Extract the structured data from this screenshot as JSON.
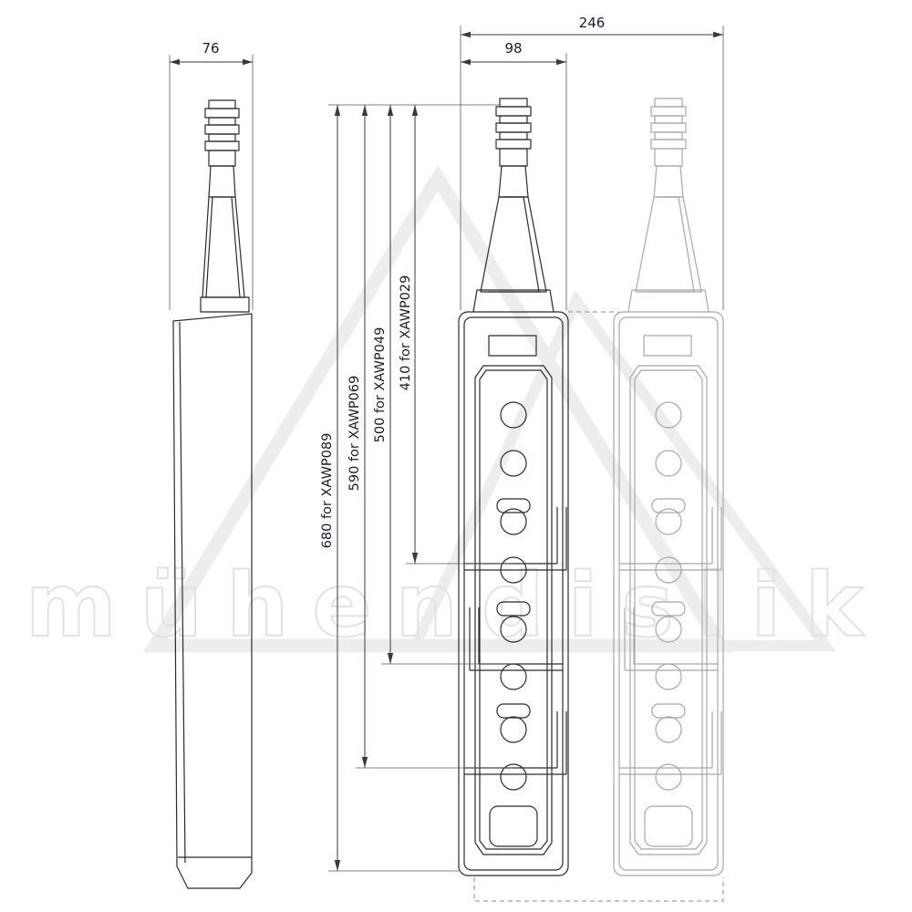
{
  "drawing": {
    "watermark_text": "mühendislik",
    "dims": {
      "side_width": "76",
      "front_width": "98",
      "overall_width": "246",
      "length_680": "680 for XAWP089",
      "length_590": "590 for XAWP069",
      "length_500": "500 for XAWP049",
      "length_410": "410 for XAWP029"
    }
  }
}
